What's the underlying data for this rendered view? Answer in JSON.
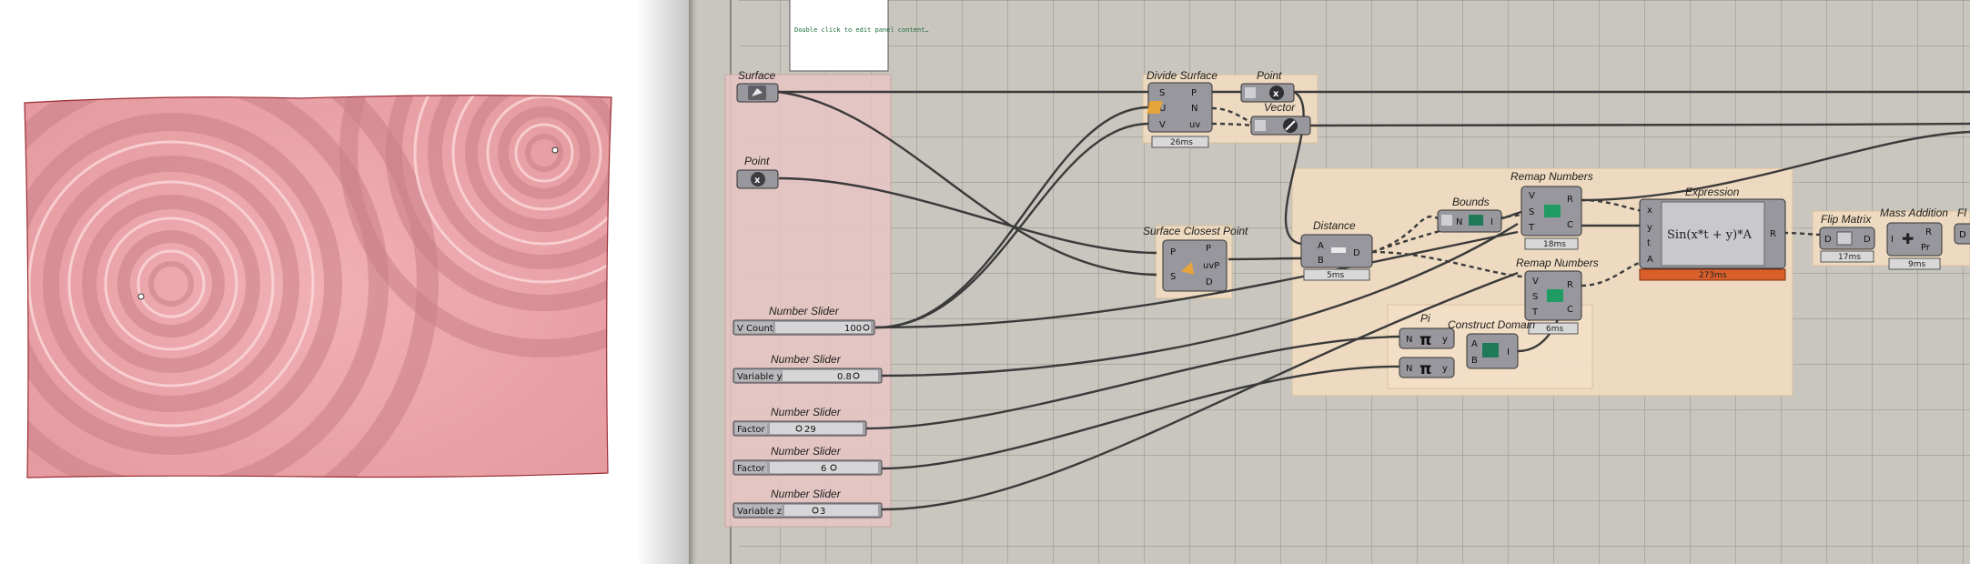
{
  "viewport": {
    "surface_color": "#e69a9f",
    "edge_color": "#9b2d33",
    "point_color": "#ffffff"
  },
  "panel": {
    "text": "Double click to edit panel content…"
  },
  "groups": {
    "pink": "#e8c6c4",
    "orange": "#f1dcc0"
  },
  "components": {
    "surface": {
      "label": "Surface"
    },
    "point_param": {
      "label": "Point"
    },
    "divide_surface": {
      "label": "Divide Surface",
      "inputs": [
        "S",
        "U",
        "V"
      ],
      "outputs": [
        "P",
        "N",
        "uv"
      ],
      "timer": "26ms"
    },
    "point_out": {
      "label": "Point"
    },
    "vector": {
      "label": "Vector"
    },
    "surface_closest_point": {
      "label": "Surface Closest Point",
      "inputs": [
        "P",
        "S"
      ],
      "outputs": [
        "P",
        "uvP",
        "D"
      ]
    },
    "distance": {
      "label": "Distance",
      "inputs": [
        "A",
        "B"
      ],
      "outputs": [
        "D"
      ],
      "timer": "5ms"
    },
    "bounds": {
      "label": "Bounds",
      "inputs": [
        "N"
      ],
      "outputs": [
        "I"
      ]
    },
    "remap1": {
      "label": "Remap Numbers",
      "inputs": [
        "V",
        "S",
        "T"
      ],
      "outputs": [
        "R",
        "C"
      ],
      "timer": "18ms"
    },
    "remap2": {
      "label": "Remap Numbers",
      "inputs": [
        "V",
        "S",
        "T"
      ],
      "outputs": [
        "R",
        "C"
      ],
      "timer": "6ms"
    },
    "pi1": {
      "label": "Pi",
      "inputs": [
        "N"
      ],
      "outputs": [
        "y"
      ]
    },
    "pi2": {
      "inputs": [
        "N"
      ],
      "outputs": [
        "y"
      ]
    },
    "construct_domain": {
      "label": "Construct Domain",
      "inputs": [
        "A",
        "B"
      ],
      "outputs": [
        "I"
      ]
    },
    "expression": {
      "label": "Expression",
      "formula": "Sin(x*t + y)*A",
      "inputs": [
        "x",
        "y",
        "t",
        "A"
      ],
      "outputs": [
        "R"
      ],
      "timer": "273ms",
      "timer_color": "#d9602b"
    },
    "flip_matrix": {
      "label": "Flip Matrix",
      "inputs": [
        "D"
      ],
      "outputs": [
        "D"
      ],
      "timer": "17ms"
    },
    "mass_addition": {
      "label": "Mass Addition",
      "inputs": [
        "I"
      ],
      "outputs": [
        "R",
        "Pr"
      ],
      "timer": "9ms"
    },
    "fl_partial": {
      "label": "Fl",
      "inputs": [
        "D"
      ]
    }
  },
  "sliders": [
    {
      "title": "Number Slider",
      "name": "V Count",
      "value": "100",
      "fraction": 0.94
    },
    {
      "title": "Number Slider",
      "name": "Variable y",
      "value": "0.8",
      "fraction": 0.8
    },
    {
      "title": "Number Slider",
      "name": "Factor",
      "value": "29",
      "fraction": 0.26
    },
    {
      "title": "Number Slider",
      "name": "Factor",
      "value": "6",
      "fraction": 0.6
    },
    {
      "title": "Number Slider",
      "name": "Variable z",
      "value": "3",
      "fraction": 0.3
    }
  ]
}
